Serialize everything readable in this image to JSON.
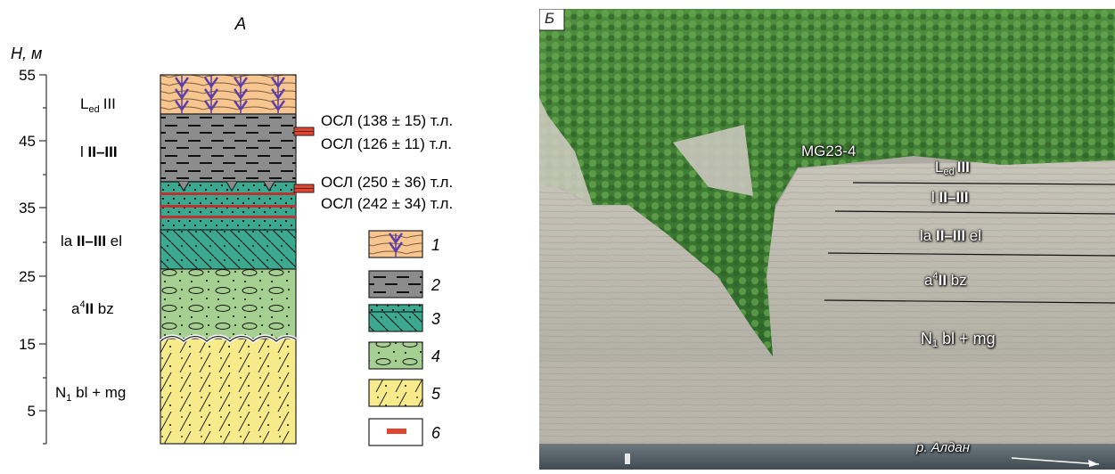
{
  "panel_a": {
    "title": "А",
    "axis_label": "H, м",
    "ticks": [
      "55",
      "45",
      "35",
      "25",
      "15",
      "5"
    ],
    "units": [
      {
        "pre": "L",
        "sub": "ed",
        "bold": "III",
        "post": ""
      },
      {
        "pre": "l ",
        "sub": "",
        "bold": "II–III",
        "post": ""
      },
      {
        "pre": "la ",
        "sub": "",
        "bold": "II–III",
        "post": " el"
      },
      {
        "pre": "a",
        "sup": "4",
        "bold": "II",
        "post": " bz"
      },
      {
        "pre": "N",
        "sub": "1",
        "bold": "",
        "post": " bl + mg"
      }
    ],
    "osl_dates": [
      "ОСЛ (138 ± 15) т.л.",
      "ОСЛ (126 ± 11) т.л.",
      "ОСЛ (250 ± 36) т.л.",
      "ОСЛ (242 ± 34) т.л."
    ],
    "legend": [
      "1",
      "2",
      "3",
      "4",
      "5",
      "6"
    ]
  },
  "panel_b": {
    "title": "Б",
    "site_label": "MG23-4",
    "units": [
      {
        "pre": "L",
        "sub": "ed",
        "bold": "III",
        "post": ""
      },
      {
        "pre": "l ",
        "sub": "",
        "bold": "II–III",
        "post": ""
      },
      {
        "pre": "la ",
        "sub": "",
        "bold": "II–III",
        "post": " el"
      },
      {
        "pre": "a",
        "sup": "4",
        "bold": "II",
        "post": " bz"
      },
      {
        "pre": "N",
        "sub": "1",
        "bold": "",
        "post": " bl + mg"
      }
    ],
    "river_label": "р. Алдан"
  },
  "colors": {
    "loess": "#f7c58f",
    "silt": "#8c8c8c",
    "teal": "#3aa990",
    "gravel": "#a6cf92",
    "sand": "#f7ea8a",
    "osl": "#e1452f",
    "wedge": "#5b3ea6"
  }
}
